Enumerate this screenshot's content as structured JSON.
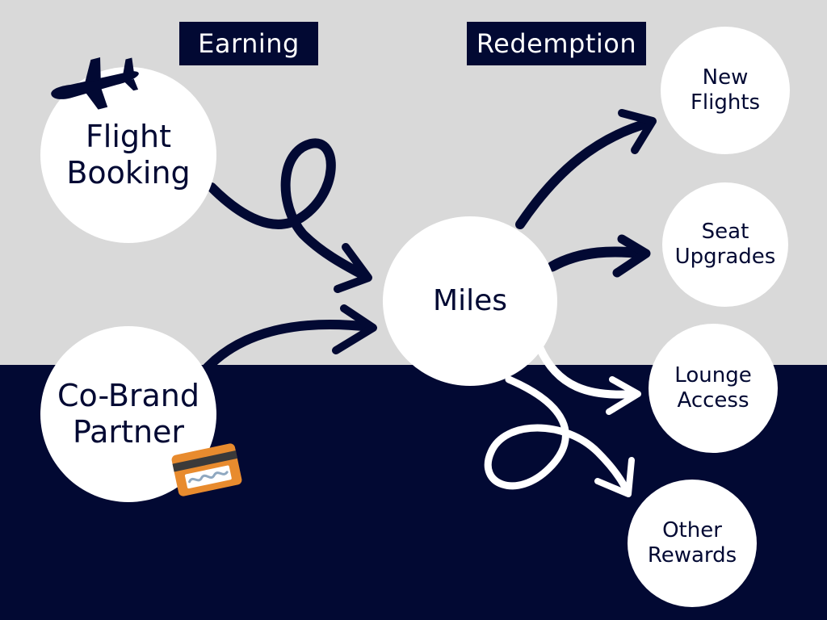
{
  "colors": {
    "navy": "#020933",
    "light_gray": "#d9d9d9",
    "white": "#ffffff",
    "card_orange": "#e88b2e",
    "card_blue": "#8fa8c0"
  },
  "headers": {
    "earning": "Earning",
    "redemption": "Redemption"
  },
  "nodes": {
    "flight_booking": "Flight\nBooking",
    "co_brand_partner": "Co-Brand\nPartner",
    "miles": "Miles",
    "new_flights": "New\nFlights",
    "seat_upgrades": "Seat\nUpgrades",
    "lounge_access": "Lounge\nAccess",
    "other_rewards": "Other\nRewards"
  },
  "icons": {
    "plane": "airplane-icon",
    "card": "credit-card-icon"
  },
  "edges": [
    {
      "from": "Flight Booking",
      "to": "Miles"
    },
    {
      "from": "Co-Brand Partner",
      "to": "Miles"
    },
    {
      "from": "Miles",
      "to": "New Flights"
    },
    {
      "from": "Miles",
      "to": "Seat Upgrades"
    },
    {
      "from": "Miles",
      "to": "Lounge Access"
    },
    {
      "from": "Miles",
      "to": "Other Rewards"
    }
  ]
}
